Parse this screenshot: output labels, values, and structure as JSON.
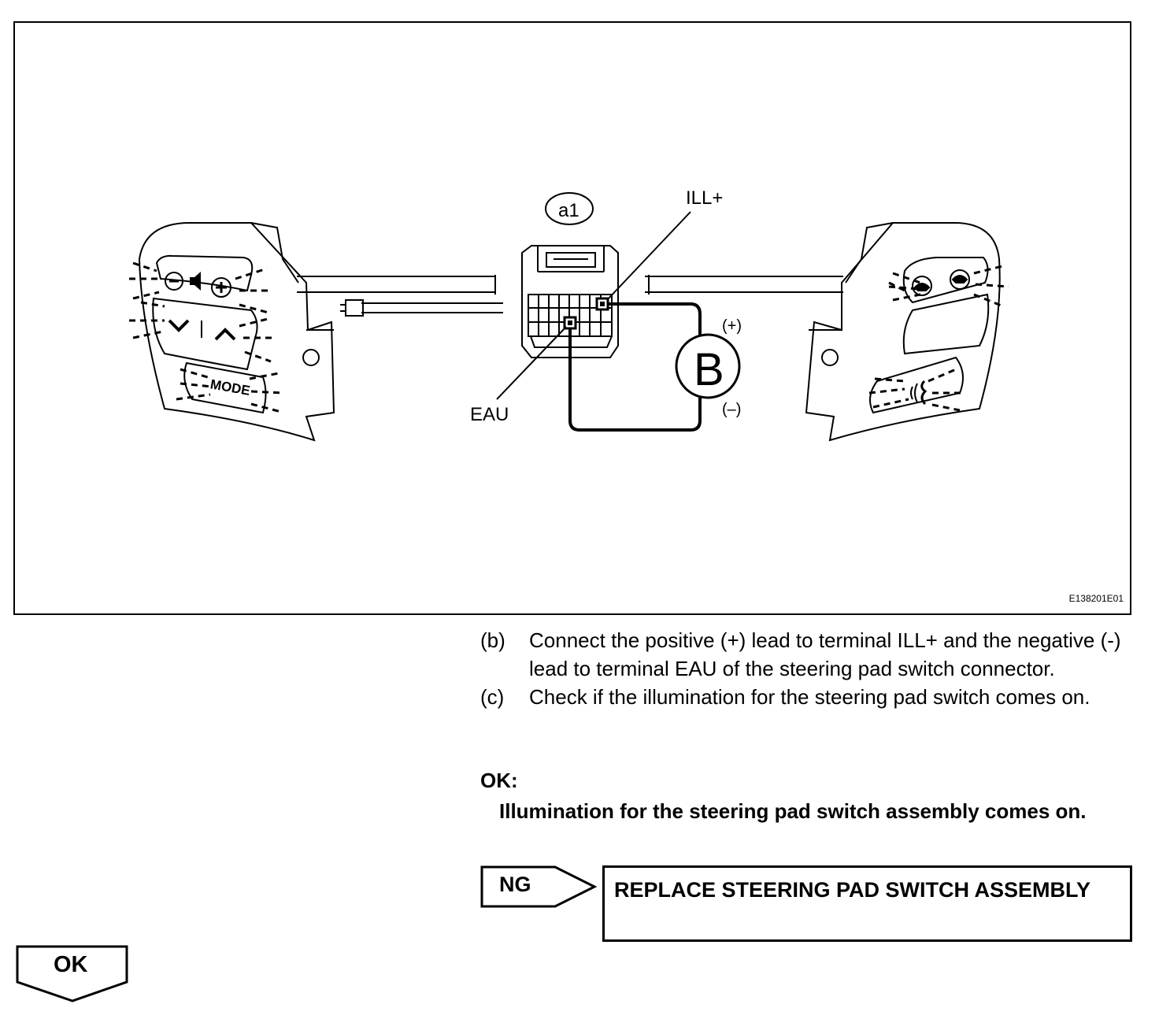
{
  "figure": {
    "code": "E138201E01",
    "connector_label": "a1",
    "terminal_ill": "ILL+",
    "terminal_eau": "EAU",
    "meter_symbol": "B",
    "positive_mark": "(+)",
    "negative_mark": "(–)",
    "mode_button_text": "MODE",
    "icons": [
      "minus-icon",
      "speaker-icon",
      "plus-icon",
      "chevron-down-icon",
      "chevron-up-icon",
      "phone-on-icon",
      "phone-off-icon",
      "voice-icon"
    ]
  },
  "steps": [
    {
      "label": "(b)",
      "text": "Connect the positive (+) lead to terminal ILL+ and the negative (-) lead to terminal EAU of the steering pad switch connector."
    },
    {
      "label": "(c)",
      "text": "Check if the illumination for the steering pad switch comes on."
    }
  ],
  "ok": {
    "heading": "OK:",
    "text": "Illumination for the steering pad switch assembly comes on."
  },
  "ng": {
    "label": "NG",
    "action": "REPLACE STEERING PAD SWITCH ASSEMBLY"
  },
  "ok_arrow": {
    "label": "OK"
  }
}
